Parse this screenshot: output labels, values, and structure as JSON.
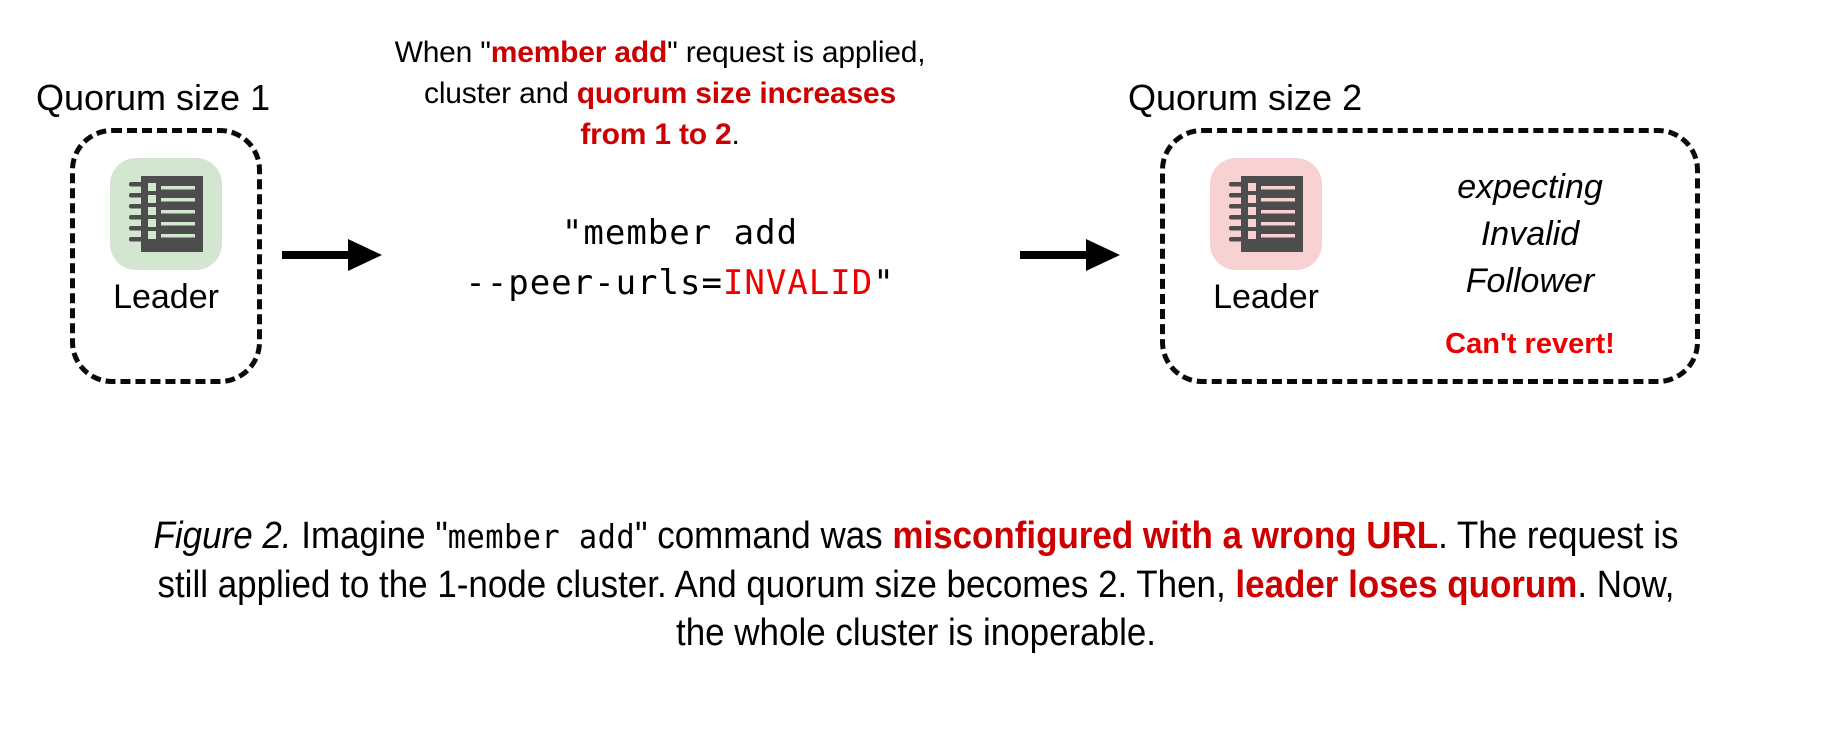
{
  "figure": {
    "top_note": {
      "line1_pre": "When \"",
      "line1_em": "member add",
      "line1_post": "\" request is applied,",
      "line2_pre": "cluster and ",
      "line2_em": "quorum size increases",
      "line3_em": "from 1 to 2",
      "line3_post": "."
    },
    "left_cluster": {
      "title": "Quorum size 1",
      "node_label": "Leader",
      "icon": "ledger-notebook-icon",
      "icon_color": "#d3e6d0"
    },
    "right_cluster": {
      "title": "Quorum size 2",
      "node_label": "Leader",
      "icon": "ledger-notebook-icon",
      "icon_color": "#f8d2d2",
      "status_line1": "expecting",
      "status_line2": "Invalid",
      "status_line3": "Follower",
      "warning": "Can't revert!"
    },
    "command": {
      "line1": "\"member add",
      "line2_pre": "--peer-urls=",
      "line2_value": "INVALID",
      "line2_post": "\""
    },
    "arrows": {
      "left": "right-arrow-icon",
      "right": "right-arrow-icon"
    },
    "caption": {
      "label": "Figure 2.",
      "part1": " Imagine \"",
      "mono1": "member add",
      "part2": "\" command was ",
      "em1": "misconfigured with a wrong URL",
      "part3": ". The request is still applied to the 1-node cluster. And quorum size becomes 2. Then, ",
      "em2": "leader loses quorum",
      "part4": ". Now, the whole cluster is inoperable."
    },
    "colors": {
      "accent_red": "#cc0000",
      "warning_red": "#ee0000",
      "ink": "#000000",
      "icon_body": "#4d4d4d"
    }
  }
}
